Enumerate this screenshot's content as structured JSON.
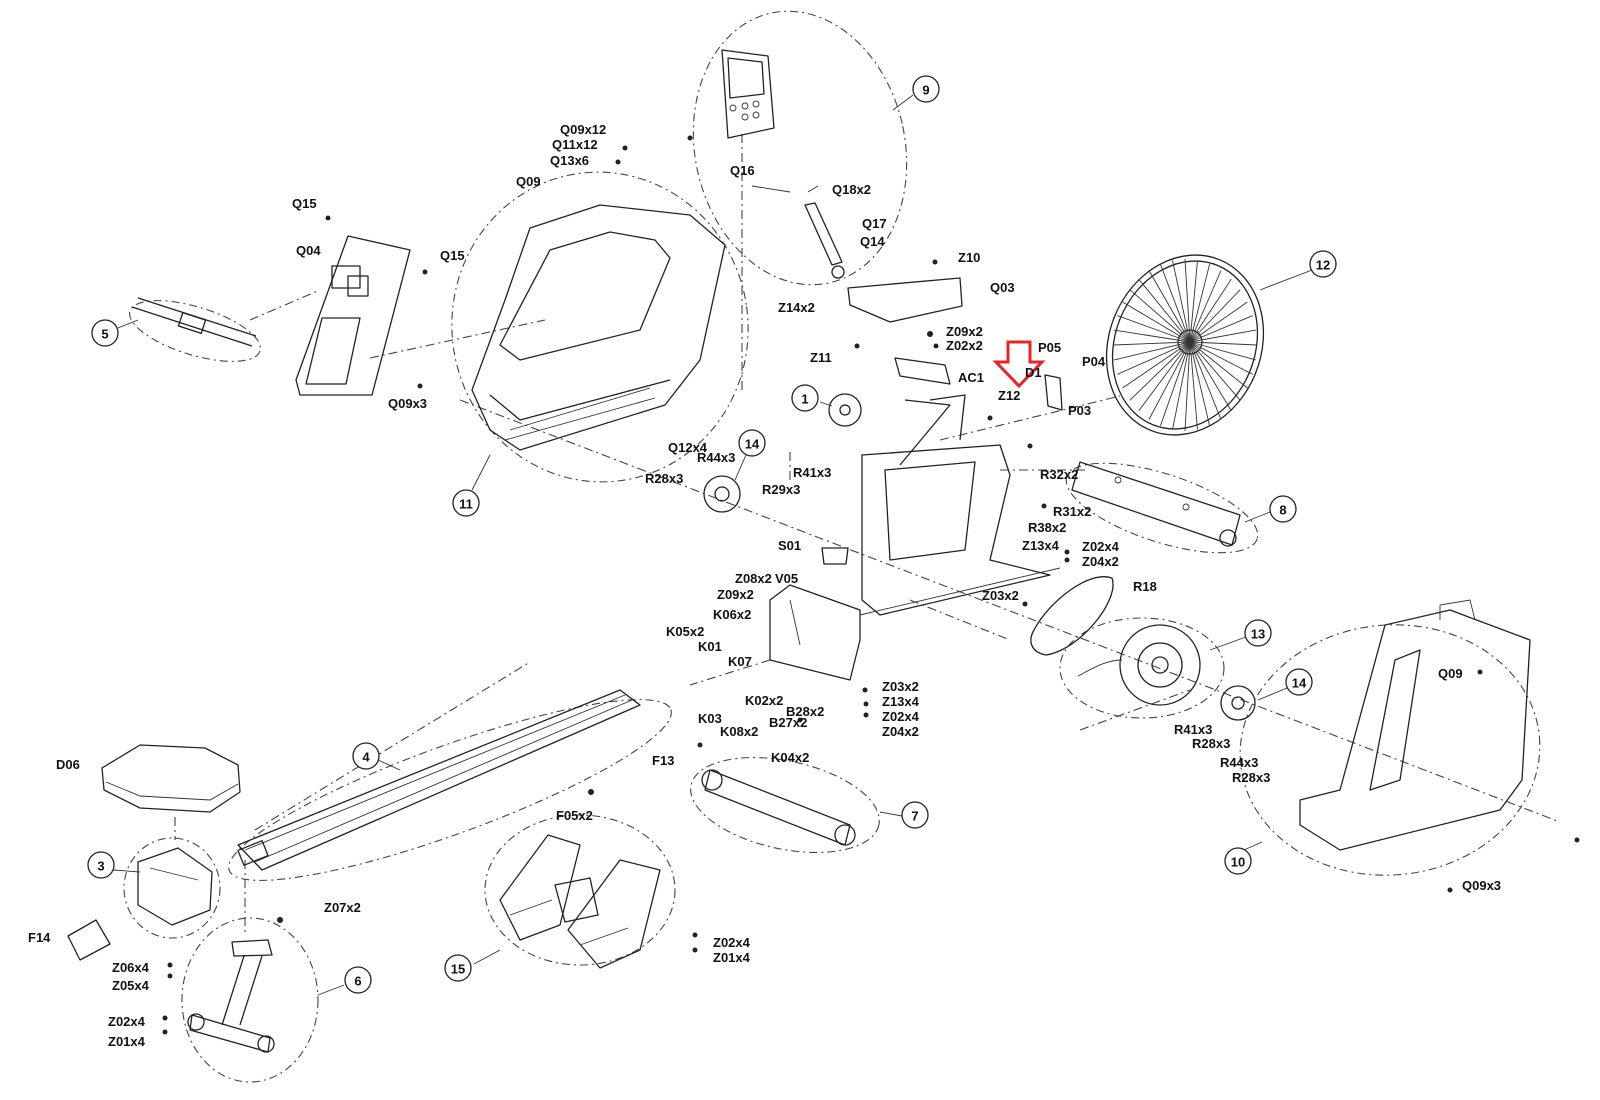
{
  "assembly_numbers": [
    "1",
    "3",
    "4",
    "5",
    "6",
    "7",
    "8",
    "9",
    "10",
    "11",
    "12",
    "13",
    "14",
    "14",
    "15"
  ],
  "part_labels": [
    "Q09x12",
    "Q11x12",
    "Q13x6",
    "Q09",
    "Q15",
    "Q04",
    "Q15",
    "Q09x3",
    "Q12x4",
    "Q16",
    "Q18x2",
    "Q17",
    "Q14",
    "Z10",
    "Q03",
    "Z14x2",
    "Z09x2",
    "Z02x2",
    "Z11",
    "AC1",
    "P05",
    "P04",
    "D1",
    "Z12",
    "P03",
    "R44x3",
    "R28x3",
    "R41x3",
    "R29x3",
    "R32x2",
    "R31x2",
    "R38x2",
    "Z13x4",
    "Z02x4",
    "Z04x2",
    "R18",
    "Z03x2",
    "S01",
    "Z08x2",
    "V05",
    "Z09x2",
    "K06x2",
    "K05x2",
    "K01",
    "K07",
    "Z03x2",
    "Z13x4",
    "Z02x4",
    "Z04x2",
    "K02x2",
    "B28x2",
    "K03",
    "B27x2",
    "K08x2",
    "K04x2",
    "F13",
    "F05x2",
    "D06",
    "Z07x2",
    "F14",
    "Z06x4",
    "Z05x4",
    "Z02x4",
    "Z01x4",
    "Z02x4",
    "Z01x4",
    "Q09",
    "R41x3",
    "R28x3",
    "R44x3",
    "R28x3",
    "Q09x3"
  ],
  "highlight": {
    "marker": "down-arrow",
    "target_label": "Z12",
    "color": "#e8232a"
  }
}
